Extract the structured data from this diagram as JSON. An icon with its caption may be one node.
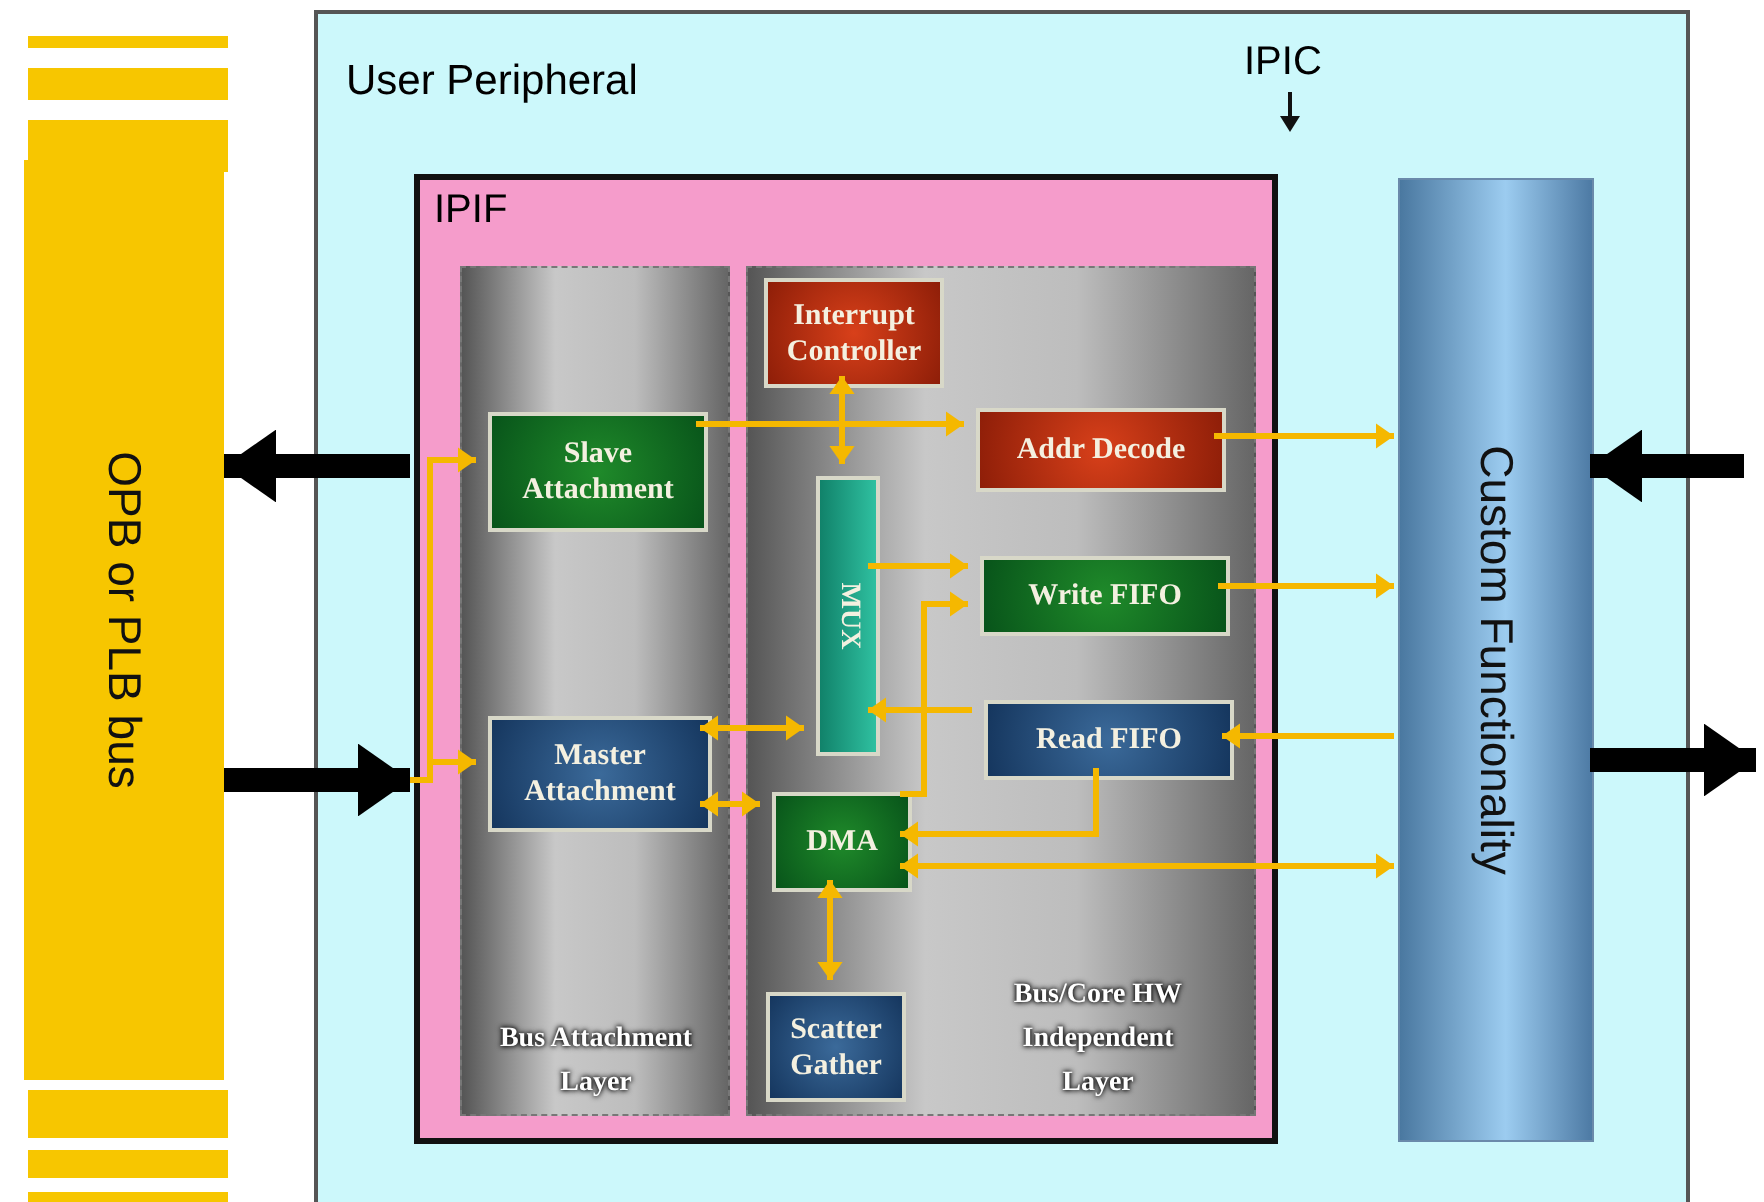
{
  "diagram": {
    "nodes": [
      {
        "text": [
          "OPB or PLB bus"
        ]
      },
      {
        "text": [
          "User Peripheral"
        ]
      },
      {
        "text": [
          "IPIF"
        ],
        "in": 1
      },
      {
        "text": [
          "Bus Attachment Layer"
        ],
        "in": 2
      },
      {
        "text": [
          "Bus/Core HW Independent Layer"
        ],
        "in": 2
      },
      {
        "text": [
          "Slave Attachment"
        ],
        "in": 3
      },
      {
        "text": [
          "Master Attachment"
        ],
        "in": 3
      },
      {
        "text": [
          "Interrupt Controller"
        ],
        "in": 4
      },
      {
        "text": [
          "MUX"
        ],
        "in": 4
      },
      {
        "text": [
          "Addr Decode"
        ],
        "in": 4
      },
      {
        "text": [
          "Write FIFO"
        ],
        "in": 4
      },
      {
        "text": [
          "Read FIFO"
        ],
        "in": 4
      },
      {
        "text": [
          "DMA"
        ],
        "in": 4
      },
      {
        "text": [
          "Scatter Gather"
        ],
        "in": 4
      },
      {
        "text": [
          "Custom Functionality"
        ],
        "in": 1
      }
    ],
    "edges": [
      {
        "from": 2,
        "to": 0,
        "arrow": "to",
        "style": "thick",
        "color": "#000000"
      },
      {
        "from": 0,
        "to": 2,
        "arrow": "to",
        "style": "thick",
        "color": "#000000"
      },
      {
        "from": 2,
        "to": 5,
        "arrow": "to"
      },
      {
        "from": 2,
        "to": 6,
        "arrow": "to"
      },
      {
        "from": 5,
        "to": 9,
        "arrow": "to"
      },
      {
        "from": 7,
        "to": 8,
        "arrow": "both"
      },
      {
        "from": 9,
        "to": 14,
        "arrow": "to"
      },
      {
        "from": 8,
        "to": 10,
        "arrow": "to"
      },
      {
        "from": 10,
        "to": 14,
        "arrow": "to"
      },
      {
        "from": 14,
        "to": 11,
        "arrow": "to"
      },
      {
        "from": 11,
        "to": 8,
        "arrow": "to"
      },
      {
        "from": 12,
        "to": 10,
        "arrow": "to"
      },
      {
        "from": 11,
        "to": 12,
        "arrow": "to"
      },
      {
        "from": 12,
        "to": 14,
        "arrow": "both"
      },
      {
        "from": 6,
        "to": 8,
        "arrow": "both"
      },
      {
        "from": 6,
        "to": 12,
        "arrow": "both"
      },
      {
        "from": 12,
        "to": 13,
        "arrow": "both"
      },
      {
        "from": null,
        "to": 14,
        "arrow": "to",
        "style": "thick",
        "color": "#000000"
      },
      {
        "from": 14,
        "to": null,
        "arrow": "to",
        "style": "thick",
        "color": "#000000"
      }
    ],
    "labels": [
      "IPIC"
    ]
  }
}
